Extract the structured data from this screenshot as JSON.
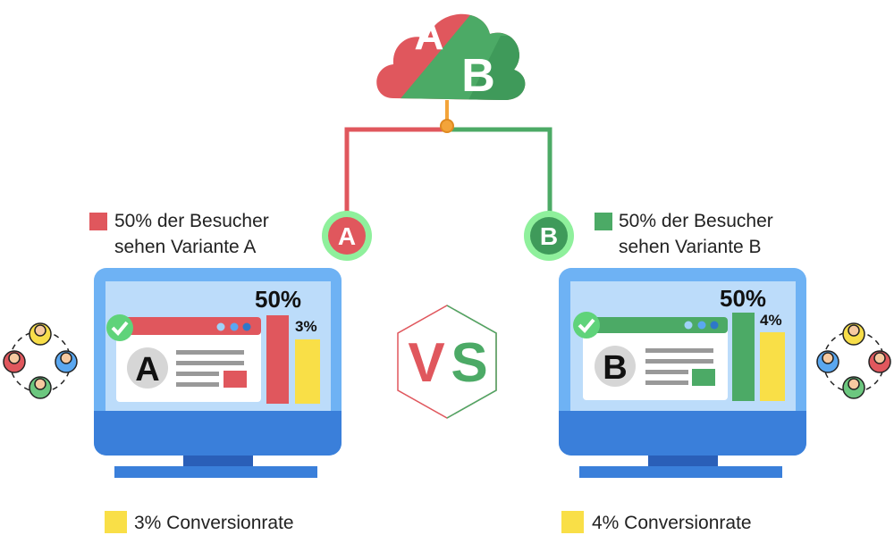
{
  "cloud": {
    "letter_a": "A",
    "letter_b": "B"
  },
  "variant_a": {
    "badge": "A",
    "legend_line1": "50% der Besucher",
    "legend_line2": "sehen Variante A",
    "screen_letter": "A",
    "traffic_label": "50%",
    "conversion_label": "3%",
    "footer": "3% Conversionrate",
    "traffic_percent": 50,
    "conversion_percent": 3
  },
  "variant_b": {
    "badge": "B",
    "legend_line1": "50% der Besucher",
    "legend_line2": "sehen Variante B",
    "screen_letter": "B",
    "traffic_label": "50%",
    "conversion_label": "4%",
    "footer": "4% Conversionrate",
    "traffic_percent": 50,
    "conversion_percent": 4
  },
  "vs": {
    "v": "V",
    "s": "S"
  },
  "colors": {
    "red": "#e0575d",
    "green": "#4caa66",
    "yellow": "#f9df47",
    "frame": "#6eb2f4",
    "screen": "#bcdcfa",
    "base": "#3a7fda"
  }
}
